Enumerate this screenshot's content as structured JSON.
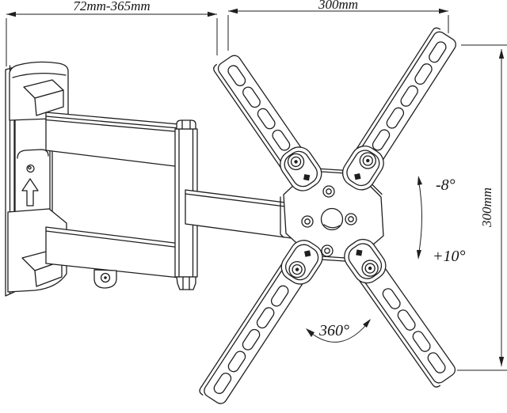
{
  "diagram": {
    "type": "technical-line-drawing",
    "subject": "Articulating full-motion TV wall mount with VESA X-plate",
    "colors": {
      "line": "#1f1f1f",
      "background": "#ffffff"
    },
    "annotations": {
      "extension_range": "72mm-365mm",
      "plate_width": "300mm",
      "plate_height": "300mm",
      "tilt_up": "-8°",
      "tilt_down": "+10°",
      "swivel": "360°"
    }
  }
}
